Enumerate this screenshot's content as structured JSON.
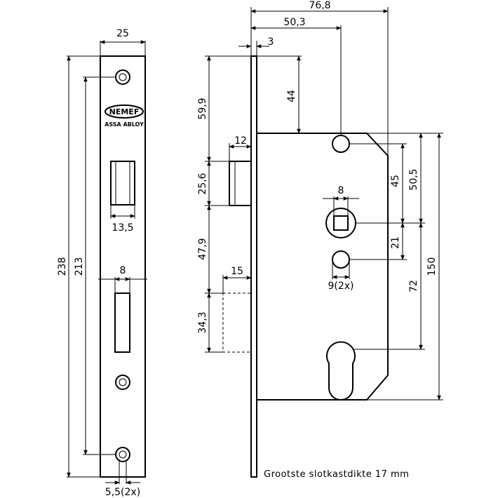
{
  "dimensions": {
    "faceplate_width": "25",
    "faceplate_height": "238",
    "screw_spacing": "213",
    "latch_width": "13,5",
    "bolt_width": "8",
    "screw_hole": "5,5(2x)",
    "total_depth": "76,8",
    "backset": "50,3",
    "plate_thickness": "3",
    "top_offset": "44",
    "latch_top": "59,9",
    "latch_projection": "12",
    "latch_height": "25,6",
    "latch_to_bolt": "47,9",
    "bolt_projection": "15",
    "bolt_height": "34,3",
    "spindle_square": "8",
    "fixing_holes": "9(2x)",
    "dim_45": "45",
    "dim_50_5": "50,5",
    "dim_21": "21",
    "dim_72": "72",
    "case_height": "150"
  },
  "logo": {
    "brand": "NEMEF",
    "sub": "ASSA ABLOY"
  },
  "footnote": "Grootste slotkastdikte 17 mm"
}
